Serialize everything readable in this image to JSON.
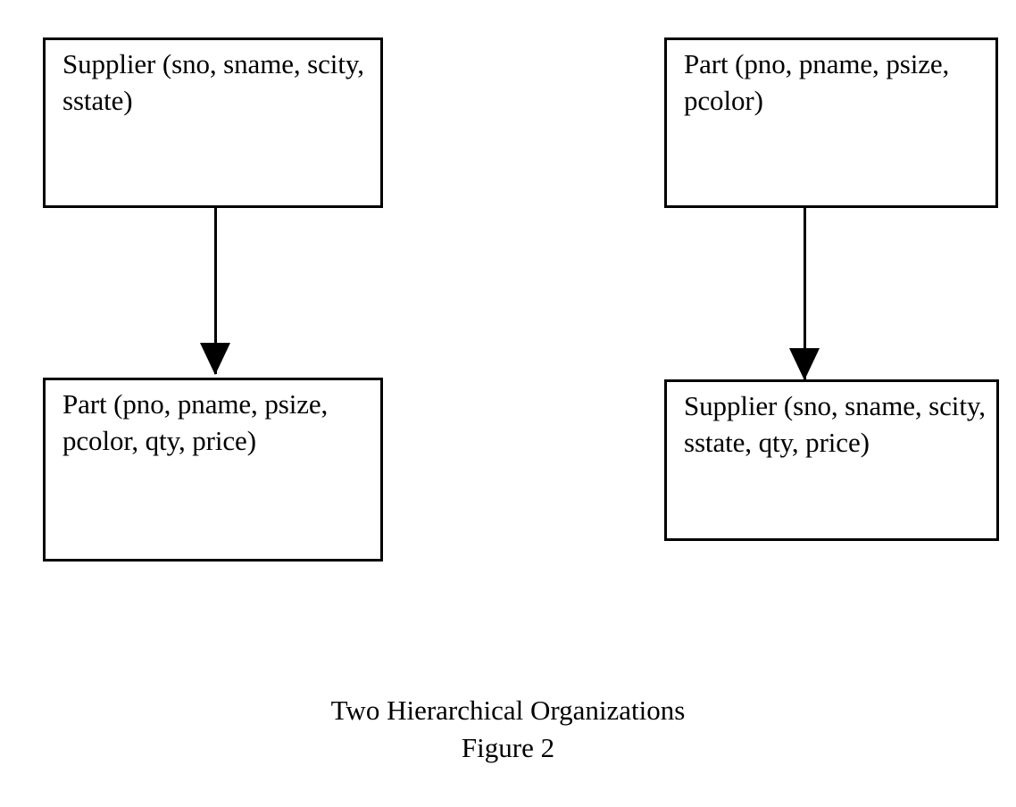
{
  "figure": {
    "caption_title": "Two Hierarchical Organizations",
    "caption_number": "Figure 2",
    "stroke_color": "#000000",
    "background_color": "#ffffff"
  },
  "hierarchies": [
    {
      "name": "supplier-rooted-hierarchy",
      "root": {
        "entity": "Supplier",
        "text": "Supplier (sno, sname, scity, sstate)",
        "attributes": [
          "sno",
          "sname",
          "scity",
          "sstate"
        ]
      },
      "child": {
        "entity": "Part",
        "text": "Part (pno, pname, psize, pcolor, qty, price)",
        "attributes": [
          "pno",
          "pname",
          "psize",
          "pcolor",
          "qty",
          "price"
        ]
      },
      "edge": {
        "direction": "down",
        "arrowhead": "filled-triangle"
      }
    },
    {
      "name": "part-rooted-hierarchy",
      "root": {
        "entity": "Part",
        "text": "Part (pno, pname, psize, pcolor)",
        "attributes": [
          "pno",
          "pname",
          "psize",
          "pcolor"
        ]
      },
      "child": {
        "entity": "Supplier",
        "text": "Supplier (sno, sname, scity, sstate, qty, price)",
        "attributes": [
          "sno",
          "sname",
          "scity",
          "sstate",
          "qty",
          "price"
        ]
      },
      "edge": {
        "direction": "down",
        "arrowhead": "filled-triangle"
      }
    }
  ]
}
